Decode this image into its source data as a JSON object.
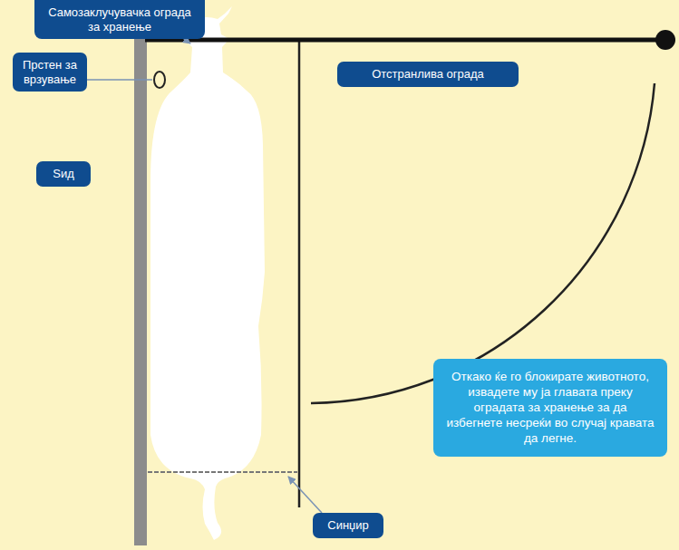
{
  "diagram": {
    "nodes": [
      {
        "text": [
          "Самозаклучувачка ограда за хранење"
        ]
      },
      {
        "text": [
          "Отстранлива ограда"
        ]
      },
      {
        "text": [
          "Прстен за врзување"
        ]
      },
      {
        "text": [
          "Ѕид"
        ]
      },
      {
        "text": [
          "Откако ќе го блокирате животното, извадете му ја главата преку оградата за хранење за да избегнете несреќи во случај кравата да легне."
        ]
      },
      {
        "text": [
          "Синџир"
        ]
      }
    ],
    "edges": []
  }
}
